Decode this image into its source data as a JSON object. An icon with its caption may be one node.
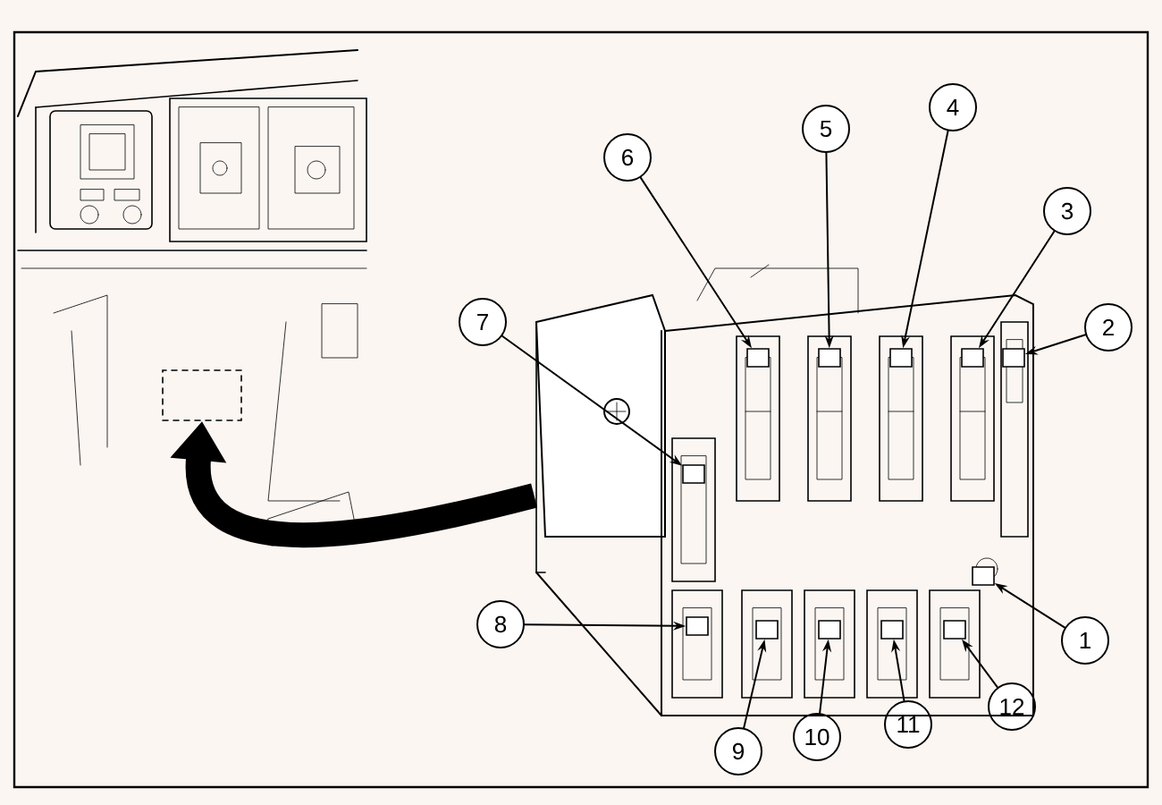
{
  "diagram": {
    "nodes": [
      {
        "text": [
          "1"
        ]
      },
      {
        "text": [
          "2"
        ]
      },
      {
        "text": [
          "3"
        ]
      },
      {
        "text": [
          "4"
        ]
      },
      {
        "text": [
          "5"
        ]
      },
      {
        "text": [
          "6"
        ]
      },
      {
        "text": [
          "7"
        ]
      },
      {
        "text": [
          "8"
        ]
      },
      {
        "text": [
          "9"
        ]
      },
      {
        "text": [
          "10"
        ]
      },
      {
        "text": [
          "11"
        ]
      },
      {
        "text": [
          "12"
        ]
      },
      {
        "text": [],
        "shape": "box"
      },
      {
        "text": [],
        "shape": "picture"
      },
      {
        "text": [],
        "shape": "box",
        "in": 13
      },
      {
        "text": [],
        "shape": "box",
        "in": 13
      },
      {
        "text": [],
        "shape": "box",
        "in": 13
      },
      {
        "text": [],
        "shape": "box",
        "in": 13
      },
      {
        "text": [],
        "shape": "box",
        "in": 13
      },
      {
        "text": [],
        "shape": "box",
        "in": 13
      },
      {
        "text": [],
        "shape": "box",
        "in": 13
      },
      {
        "text": [],
        "shape": "box",
        "in": 13
      },
      {
        "text": [],
        "shape": "box",
        "in": 13
      },
      {
        "text": [],
        "shape": "box",
        "in": 13
      },
      {
        "text": [],
        "shape": "box",
        "in": 13
      },
      {
        "text": [],
        "shape": "box",
        "in": 13
      }
    ],
    "edges": [
      {
        "from": 0,
        "to": 25,
        "arrow": "to"
      },
      {
        "from": 1,
        "to": 18,
        "arrow": "to"
      },
      {
        "from": 2,
        "to": 17,
        "arrow": "to"
      },
      {
        "from": 3,
        "to": 16,
        "arrow": "to"
      },
      {
        "from": 4,
        "to": 15,
        "arrow": "to"
      },
      {
        "from": 5,
        "to": 14,
        "arrow": "to"
      },
      {
        "from": 6,
        "to": 19,
        "arrow": "to"
      },
      {
        "from": 7,
        "to": 20,
        "arrow": "to"
      },
      {
        "from": 8,
        "to": 21,
        "arrow": "to"
      },
      {
        "from": 9,
        "to": 22,
        "arrow": "to"
      },
      {
        "from": 10,
        "to": 23,
        "arrow": "to"
      },
      {
        "from": 11,
        "to": 24,
        "arrow": "to"
      },
      {
        "from": 13,
        "to": 12,
        "arrow": "to",
        "style": "thick"
      }
    ]
  }
}
